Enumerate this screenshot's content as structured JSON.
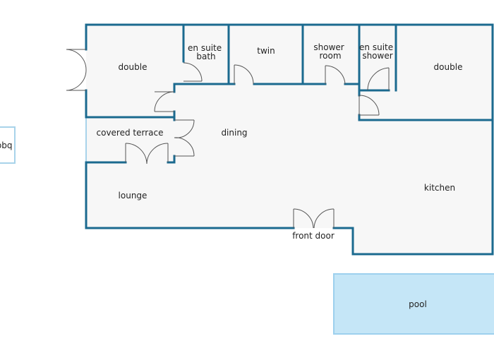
{
  "colors": {
    "wall": "#1b6a8f",
    "floor": "#f7f7f7",
    "door": "#555555",
    "glass_wall": "#a8d3ea",
    "pool_fill": "#c5e6f7",
    "pool_border": "#9dd0ee",
    "label": "#222222"
  },
  "rooms": {
    "double_left": "double",
    "en_suite_bath": [
      "en suite",
      "bath"
    ],
    "twin": "twin",
    "shower_room": [
      "shower",
      "room"
    ],
    "en_suite_shower": [
      "en suite",
      "shower"
    ],
    "double_right": "double",
    "covered_terrace": "covered terrace",
    "dining": "dining",
    "lounge": "lounge",
    "kitchen": "kitchen",
    "front_door": "front door",
    "bbq": "bbq",
    "pool": "pool"
  }
}
